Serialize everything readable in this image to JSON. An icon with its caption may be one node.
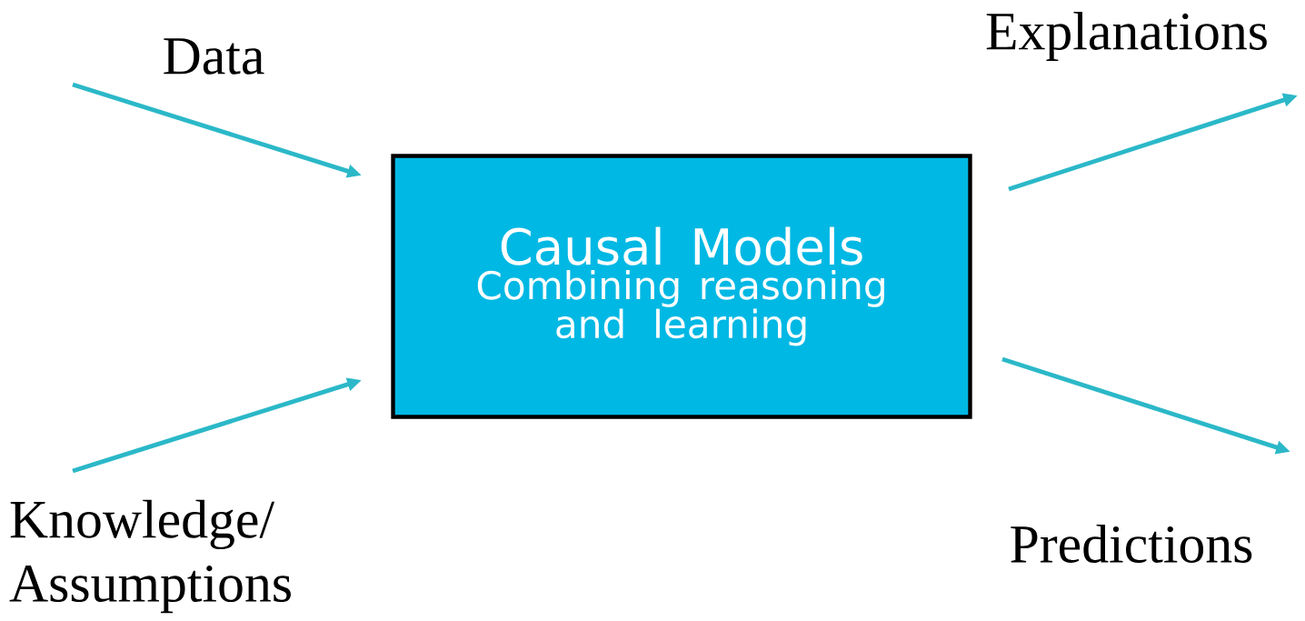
{
  "diagram": {
    "nodes": [
      {
        "text": [
          "Data"
        ]
      },
      {
        "text": [
          "Knowledge/ Assumptions"
        ]
      },
      {
        "text": [
          "Causal Models",
          "Combining reasoning and learning"
        ]
      },
      {
        "text": [
          "Explanations"
        ]
      },
      {
        "text": [
          "Predictions"
        ]
      }
    ],
    "edges": [
      {
        "from": 0,
        "to": 2,
        "arrow": "to"
      },
      {
        "from": 1,
        "to": 2,
        "arrow": "to"
      },
      {
        "from": 2,
        "to": 3,
        "arrow": "to"
      },
      {
        "from": 2,
        "to": 4,
        "arrow": "to"
      }
    ]
  }
}
